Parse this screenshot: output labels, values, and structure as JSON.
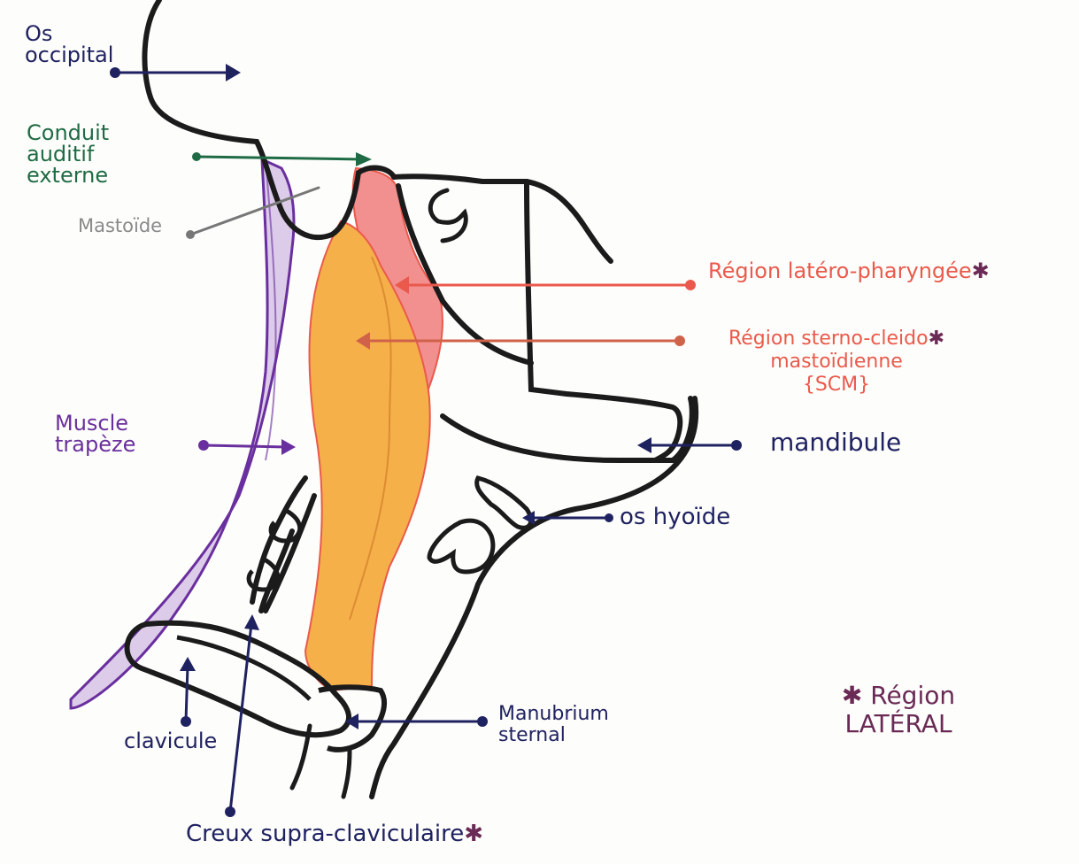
{
  "labels": {
    "os_occipital": [
      "Os",
      "occipital"
    ],
    "conduit_auditif": [
      "Conduit",
      "auditif",
      "externe"
    ],
    "mastoide": "Mastoïde",
    "region_latero_pharyngee": "Région latéro-pharyngée",
    "region_sterno_cleido": [
      "Région sterno-cleido",
      "mastoïdienne",
      "{SCM}"
    ],
    "muscle_trapeze": [
      "Muscle",
      "trapèze"
    ],
    "mandibule": "mandibule",
    "os_hyoide": "os hyoïde",
    "manubrium": [
      "Manubrium",
      "sternal"
    ],
    "clavicule": "clavicule",
    "creux_supra": "Creux supra-claviculaire",
    "legend_region_lateral": [
      "Région",
      "LATÉRAL"
    ],
    "star": "✱"
  },
  "colors": {
    "outline": "#1b1b1b",
    "navy_ink": "#1f2260",
    "green_ink": "#1f6b45",
    "gray_ink": "#8a8a8a",
    "purple_ink": "#6a2f9e",
    "red_ink": "#ea5a4c",
    "wine_ink": "#6a2a55",
    "scm_fill": "#f5b04a",
    "pharynx_fill": "#f28f8f",
    "trapeze_fill": "#dccbe9"
  }
}
